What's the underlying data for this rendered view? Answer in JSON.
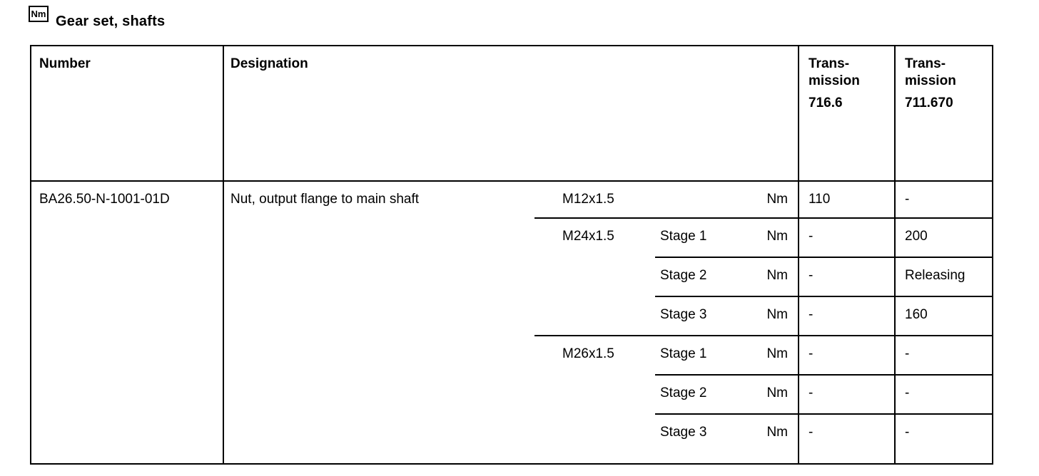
{
  "page": {
    "title": "Gear set, shafts",
    "nm_symbol": "Nm"
  },
  "table": {
    "col_headers": {
      "number": "Number",
      "designation": "Designation",
      "transmission_716": {
        "line1": "Trans-",
        "line2": "mission",
        "model": "716.6"
      },
      "transmission_711": {
        "line1": "Trans-",
        "line2": "mission",
        "model": "711.670"
      }
    },
    "number_value": "BA26.50-N-1001-01D",
    "designation_value": "Nut, output flange to main shaft",
    "rows": [
      {
        "thread": "M12x1.5",
        "stage": "",
        "unit": "Nm",
        "trans_716": "110",
        "trans_711": "-"
      },
      {
        "thread": "M24x1.5",
        "stage": "Stage 1",
        "unit": "Nm",
        "trans_716": "-",
        "trans_711": "200"
      },
      {
        "thread": "",
        "stage": "Stage 2",
        "unit": "Nm",
        "trans_716": "-",
        "trans_711": "Releasing"
      },
      {
        "thread": "",
        "stage": "Stage 3",
        "unit": "Nm",
        "trans_716": "-",
        "trans_711": "160"
      },
      {
        "thread": "M26x1.5",
        "stage": "Stage 1",
        "unit": "Nm",
        "trans_716": "-",
        "trans_711": "-"
      },
      {
        "thread": "",
        "stage": "Stage 2",
        "unit": "Nm",
        "trans_716": "-",
        "trans_711": "-"
      },
      {
        "thread": "",
        "stage": "Stage 3",
        "unit": "Nm",
        "trans_716": "-",
        "trans_711": "-"
      }
    ]
  },
  "colors": {
    "text": "#000000",
    "line": "#000000",
    "background": "#ffffff"
  }
}
